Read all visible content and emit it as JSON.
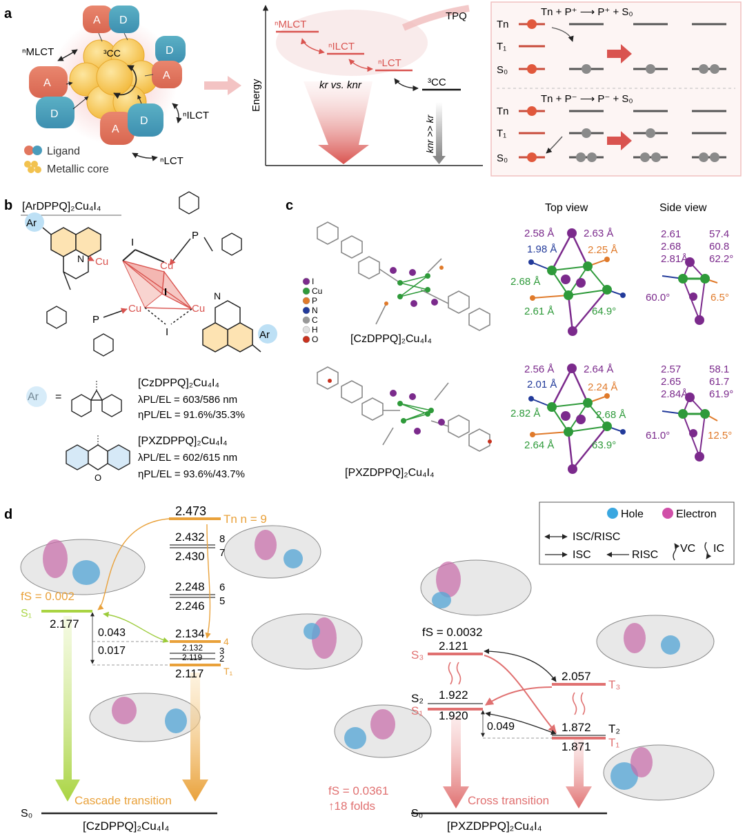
{
  "panel_a": {
    "label": "a",
    "legend_ligand": "Ligand",
    "legend_core": "Metallic core",
    "mol_A": "A",
    "mol_D": "D",
    "cc": "³CC",
    "mlct": "ⁿMLCT",
    "ilct": "ⁿILCT",
    "lct": "ⁿLCT",
    "energy_axis": "Energy",
    "kr_vs_knr": "kr vs. knr",
    "knr_gg_kr": "knr >> kr",
    "tpq": "TPQ",
    "levels_mlct": "ⁿMLCT",
    "levels_ilct": "ⁿILCT",
    "levels_lct": "ⁿLCT",
    "levels_cc": "³CC",
    "top_eq": "Tn + P⁺ ⟶ P⁺ + S₀",
    "bot_eq": "Tn + P⁻ ⟶ P⁻ + S₀",
    "tn": "Tn",
    "t1": "T₁",
    "s0": "S₀"
  },
  "panel_b": {
    "label": "b",
    "title": "[ArDPPQ]₂Cu₄I₄",
    "atom_cu": "Cu",
    "atom_i": "I",
    "atom_n": "N",
    "atom_p": "P",
    "ar": "Ar",
    "ar_eq": "=",
    "cz_name": "[CzDPPQ]₂Cu₄I₄",
    "cz_lambda": "λPL/EL = 603/586 nm",
    "cz_eta": "ηPL/EL = 91.6%/35.3%",
    "pxz_name": "[PXZDPPQ]₂Cu₄I₄",
    "pxz_lambda": "λPL/EL = 602/615 nm",
    "pxz_eta": "ηPL/EL = 93.6%/43.7%",
    "atom_o": "O"
  },
  "panel_c": {
    "label": "c",
    "top_view": "Top view",
    "side_view": "Side view",
    "legend": [
      "I",
      "Cu",
      "P",
      "N",
      "C",
      "H",
      "O"
    ],
    "legend_colors": [
      "#7b2a8c",
      "#2e9a3a",
      "#e07a2a",
      "#223a9a",
      "#999999",
      "#e0e0e0",
      "#c8321e"
    ],
    "cz_name": "[CzDPPQ]₂Cu₄I₄",
    "pxz_name": "[PXZDPPQ]₂Cu₄I₄",
    "cz_top": {
      "a": "2.58 Å",
      "b": "2.63 Å",
      "c": "1.98 Å",
      "d": "2.25 Å",
      "e": "2.68 Å",
      "f": "2.61 Å",
      "g": "64.9°"
    },
    "cz_side": {
      "a": "2.61",
      "b": "2.68",
      "c": "2.81Å",
      "d": "57.4",
      "e": "60.8",
      "f": "62.2°",
      "g": "60.0°",
      "h": "6.5°"
    },
    "pxz_top": {
      "a": "2.56 Å",
      "b": "2.64 Å",
      "c": "2.01 Å",
      "d": "2.24 Å",
      "e": "2.82 Å",
      "f": "2.68 Å",
      "g": "2.64 Å",
      "h": "63.9°"
    },
    "pxz_side": {
      "a": "2.57",
      "b": "2.65",
      "c": "2.84Å",
      "d": "58.1",
      "e": "61.7",
      "f": "61.9°",
      "g": "61.0°",
      "h": "12.5°"
    }
  },
  "panel_d": {
    "label": "d",
    "legend_hole": "Hole",
    "legend_electron": "Electron",
    "legend_iscrisc": "ISC/RISC",
    "legend_isc": "ISC",
    "legend_risc": "RISC",
    "legend_vc": "VC",
    "legend_ic": "IC",
    "cz": {
      "tn": "2.473",
      "tn_label": "Tn  n = 9",
      "t8": "2.432",
      "t7": "2.430",
      "t6": "2.248",
      "t5": "2.246",
      "t4": "2.134",
      "t3": "2.132",
      "t2": "2.119",
      "t1": "2.117",
      "n8": "8",
      "n7": "7",
      "n6": "6",
      "n5": "5",
      "n4": "4",
      "n3": "3",
      "n2": "2",
      "t1_label": "T₁",
      "fs": "fS = 0.002",
      "s1": "S₁",
      "s1_val": "2.177",
      "gap1": "0.043",
      "gap2": "0.017",
      "cascade": "Cascade transition",
      "s0": "S₀",
      "name": "[CzDPPQ]₂Cu₄I₄"
    },
    "pxz": {
      "fs_s3": "fS = 0.0032",
      "s3": "S₃",
      "s3_val": "2.121",
      "s2": "S₂",
      "s2_val": "1.922",
      "s1": "S₁",
      "s1_val": "1.920",
      "t3_val": "2.057",
      "t3": "T₃",
      "t2_val": "1.872",
      "t2": "T₂",
      "t1_val": "1.871",
      "t1": "T₁",
      "gap": "0.049",
      "fs_s1": "fS = 0.0361",
      "folds": "↑18 folds",
      "cross": "Cross transition",
      "s0": "S₀",
      "name": "[PXZDPPQ]₂Cu₄I₄"
    }
  }
}
